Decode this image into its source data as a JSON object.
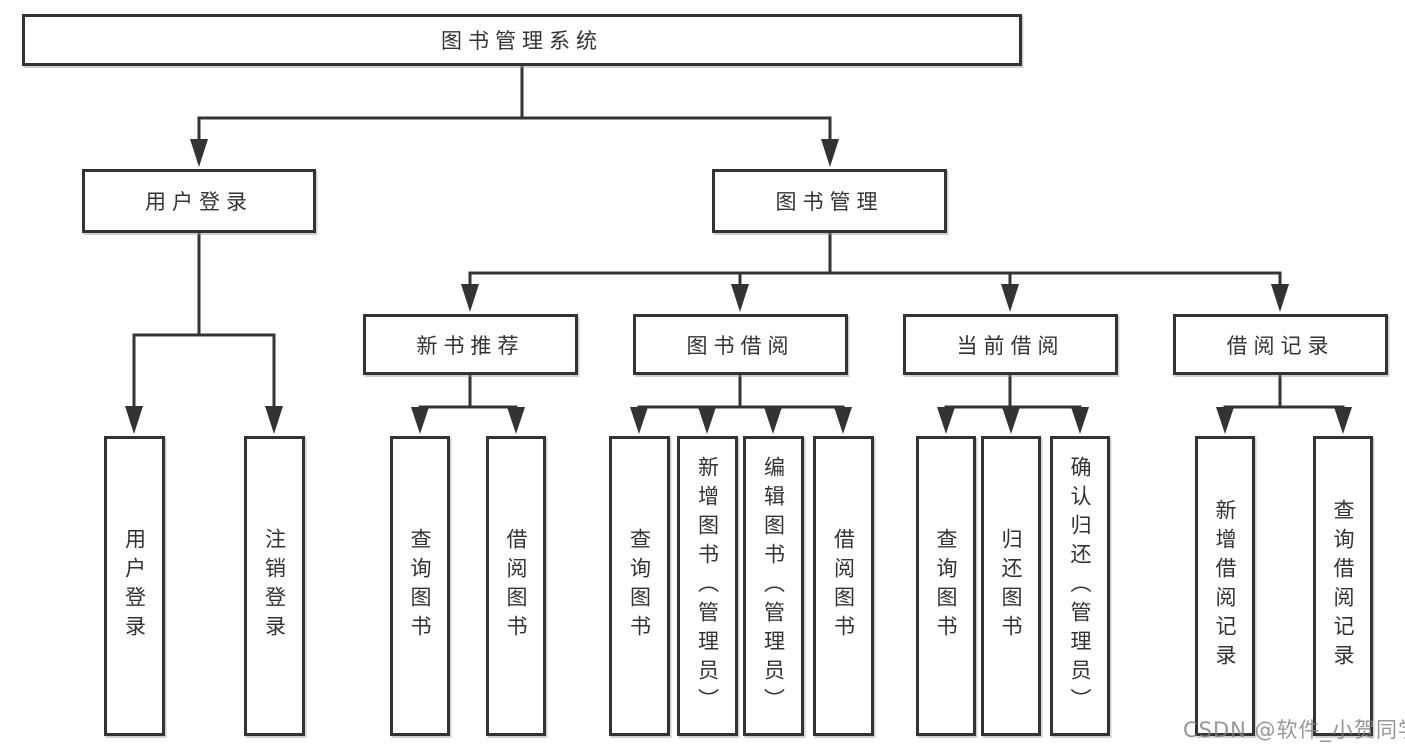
{
  "tree": {
    "label": "图书管理系统",
    "children": [
      {
        "label": "用户登录",
        "children": [
          {
            "label": "用户登录"
          },
          {
            "label": "注销登录"
          }
        ]
      },
      {
        "label": "图书管理",
        "children": [
          {
            "label": "新书推荐",
            "children": [
              {
                "label": "查询图书"
              },
              {
                "label": "借阅图书"
              }
            ]
          },
          {
            "label": "图书借阅",
            "children": [
              {
                "label": "查询图书"
              },
              {
                "label": "新增图书（管理员）"
              },
              {
                "label": "编辑图书（管理员）"
              },
              {
                "label": "借阅图书"
              }
            ]
          },
          {
            "label": "当前借阅",
            "children": [
              {
                "label": "查询图书"
              },
              {
                "label": "归还图书"
              },
              {
                "label": "确认归还（管理员）"
              }
            ]
          },
          {
            "label": "借阅记录",
            "children": [
              {
                "label": "新增借阅记录"
              },
              {
                "label": "查询借阅记录"
              }
            ]
          }
        ]
      }
    ]
  },
  "watermark": "CSDN @软件_小贺同学",
  "colors": {
    "line": "#333333",
    "box_border": "#333333",
    "text": "#333333",
    "watermark": "#808080",
    "background": "#ffffff"
  }
}
